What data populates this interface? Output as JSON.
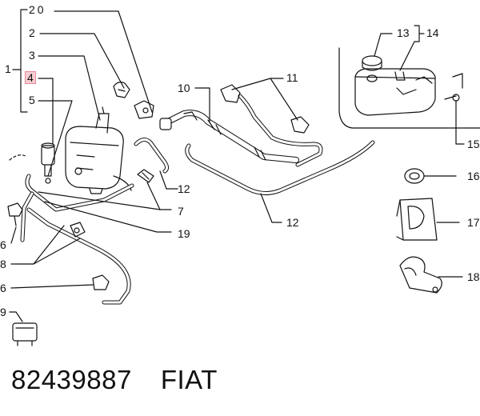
{
  "callouts": {
    "c1": "1",
    "c2": "2",
    "c3": "3",
    "c4": "4",
    "c5": "5",
    "c6a": "6",
    "c6b": "6",
    "c7": "7",
    "c8": "8",
    "c9": "9",
    "c10": "10",
    "c11": "11",
    "c12a": "12",
    "c12b": "12",
    "c13": "13",
    "c14": "14",
    "c15": "15",
    "c16": "16",
    "c17": "17",
    "c18": "18",
    "c19": "19",
    "c20": "20"
  },
  "highlighted_callout": "4",
  "footer": {
    "part_number": "82439887",
    "brand": "FIAT"
  },
  "colors": {
    "line": "#111111",
    "highlight_fill": "#f6cdd2"
  }
}
